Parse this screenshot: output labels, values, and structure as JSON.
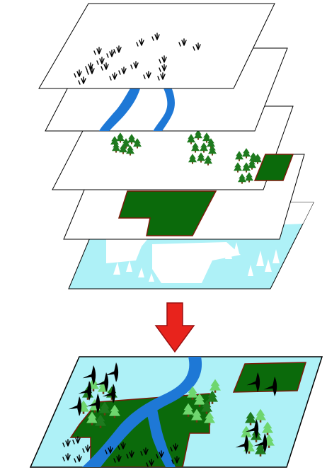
{
  "colors": {
    "background": "#ffffff",
    "layer_outline": "#000000",
    "plane_white": "#ffffff",
    "water": "#aef1f7",
    "river": "#1e78d6",
    "forest": "#0b6a0b",
    "forest_edge": "#7a1a0a",
    "tree_dark": "#1e7a1e",
    "tree_light": "#6ed66e",
    "tree_trunk": "#6b3a12",
    "grass_mark": "#000000",
    "arrow": "#e8231c",
    "arrow_edge": "#9a1010"
  },
  "icons": {
    "grass": "grass-tuft-icon",
    "conifer": "conifer-tree-icon",
    "bird": "bird-silhouette-icon",
    "arrow": "down-arrow-icon"
  },
  "layers": [
    {
      "id": "wildlife-grass",
      "elements": [
        "grass-tuft",
        "grass-tuft",
        "grass-tuft"
      ]
    },
    {
      "id": "hydrography",
      "elements": [
        "river",
        "river"
      ]
    },
    {
      "id": "trees",
      "elements": [
        "conifer-cluster",
        "conifer-cluster",
        "conifer-cluster",
        "forest-patch"
      ]
    },
    {
      "id": "land-cover",
      "elements": [
        "forest-polygon"
      ]
    },
    {
      "id": "water-base",
      "elements": [
        "water-area",
        "white-openings"
      ]
    }
  ],
  "composite": {
    "elements": [
      "water-area",
      "forest-polygon",
      "river",
      "conifer-cluster",
      "grass-tuft",
      "bird-flock"
    ]
  }
}
